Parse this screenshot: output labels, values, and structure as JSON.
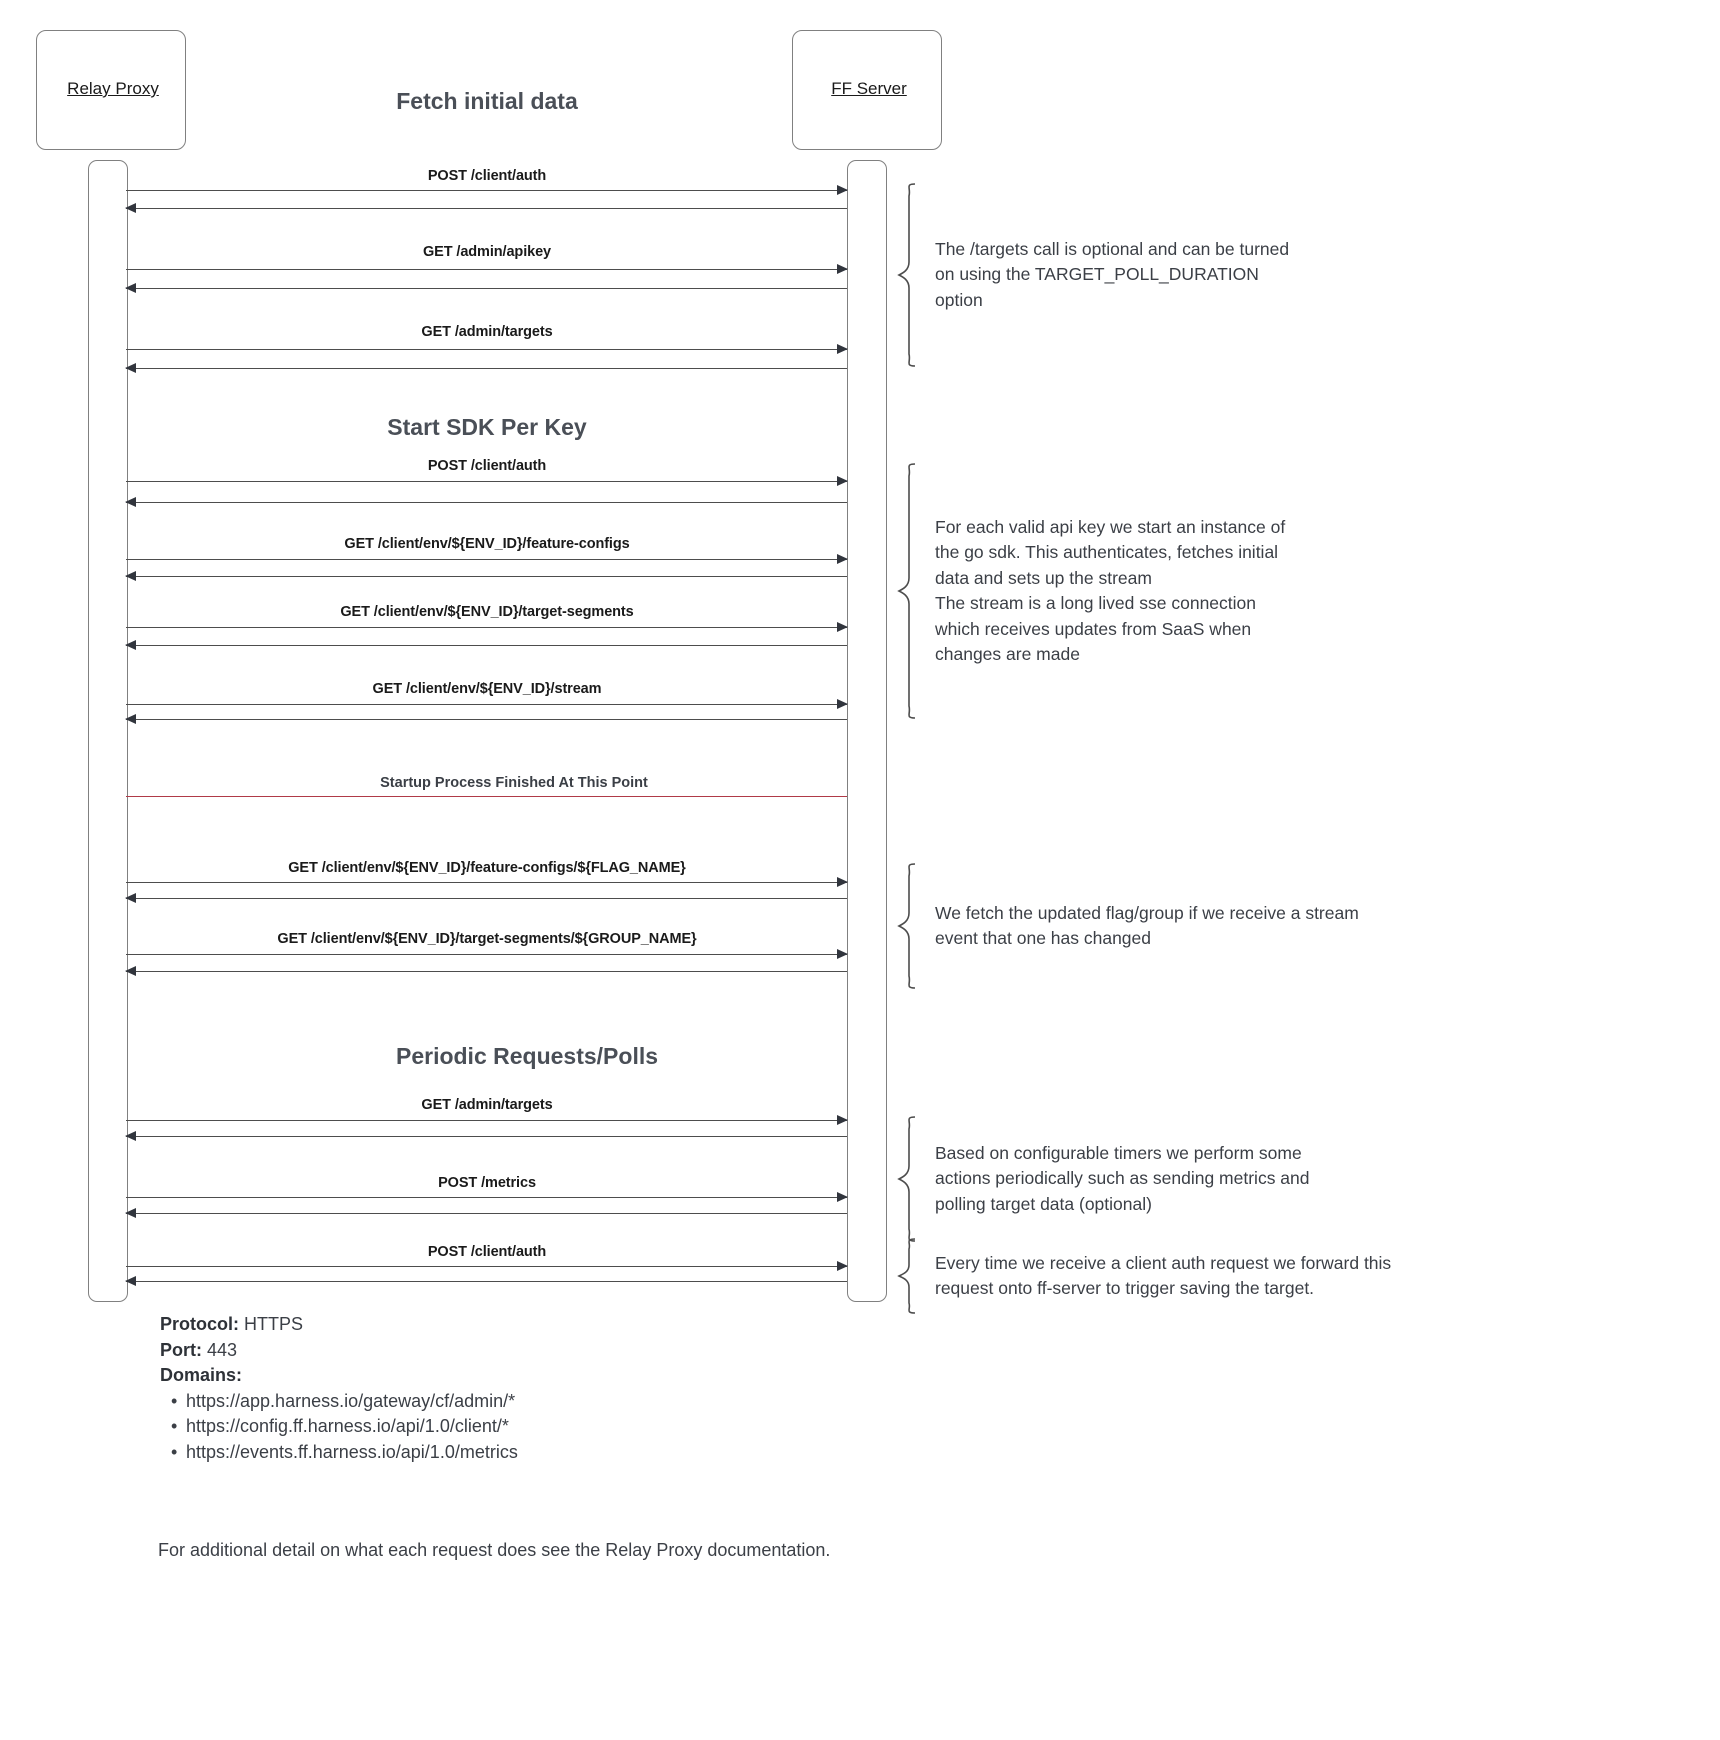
{
  "diagram": {
    "type": "sequence-diagram",
    "participants": [
      {
        "id": "relay-proxy",
        "label": "Relay Proxy"
      },
      {
        "id": "ff-server",
        "label": "FF Server"
      }
    ],
    "sections": [
      {
        "id": "fetch-initial-data",
        "title": "Fetch initial data"
      },
      {
        "id": "start-sdk-per-key",
        "title": "Start SDK Per Key"
      },
      {
        "id": "periodic-requests",
        "title": "Periodic Requests/Polls"
      }
    ],
    "divider": {
      "label": "Startup Process Finished At This Point",
      "color": "#b03a48"
    },
    "messages": [
      {
        "id": "m1",
        "label": "POST /client/auth"
      },
      {
        "id": "m2",
        "label": "GET /admin/apikey"
      },
      {
        "id": "m3",
        "label": "GET /admin/targets"
      },
      {
        "id": "m4",
        "label": "POST /client/auth"
      },
      {
        "id": "m5",
        "label": "GET /client/env/${ENV_ID}/feature-configs"
      },
      {
        "id": "m6",
        "label": "GET /client/env/${ENV_ID}/target-segments"
      },
      {
        "id": "m7",
        "label": "GET /client/env/${ENV_ID}/stream"
      },
      {
        "id": "m8",
        "label": "GET /client/env/${ENV_ID}/feature-configs/${FLAG_NAME}"
      },
      {
        "id": "m9",
        "label": "GET /client/env/${ENV_ID}/target-segments/${GROUP_NAME}"
      },
      {
        "id": "m10",
        "label": "GET /admin/targets"
      },
      {
        "id": "m11",
        "label": "POST /metrics"
      },
      {
        "id": "m12",
        "label": "POST /client/auth"
      }
    ],
    "notes": [
      {
        "id": "note-targets",
        "text": "The /targets call is optional and can be turned\non using the TARGET_POLL_DURATION\noption"
      },
      {
        "id": "note-sdk",
        "text": "For each valid api key we start an instance of\nthe go sdk. This authenticates, fetches initial\ndata and sets up the stream\nThe stream is a long lived sse connection\nwhich receives updates from SaaS when\nchanges are made"
      },
      {
        "id": "note-stream-event",
        "text": "We fetch the updated flag/group if we receive a stream\nevent that one has changed"
      },
      {
        "id": "note-periodic",
        "text": "Based on configurable timers we perform some\nactions periodically such as sending metrics and\npolling target data (optional)"
      },
      {
        "id": "note-client-auth",
        "text": "Every time we receive a client auth request we forward this\nrequest onto ff-server to trigger saving the target."
      }
    ]
  },
  "footer": {
    "protocol_label": "Protocol:",
    "protocol_value": "HTTPS",
    "port_label": "Port:",
    "port_value": "443",
    "domains_label": "Domains:",
    "domains": [
      "https://app.harness.io/gateway/cf/admin/*",
      "https://config.ff.harness.io/api/1.0/client/*",
      "https://events.ff.harness.io/api/1.0/metrics"
    ],
    "additional_note": "For additional detail on what each request does see the Relay Proxy documentation."
  }
}
